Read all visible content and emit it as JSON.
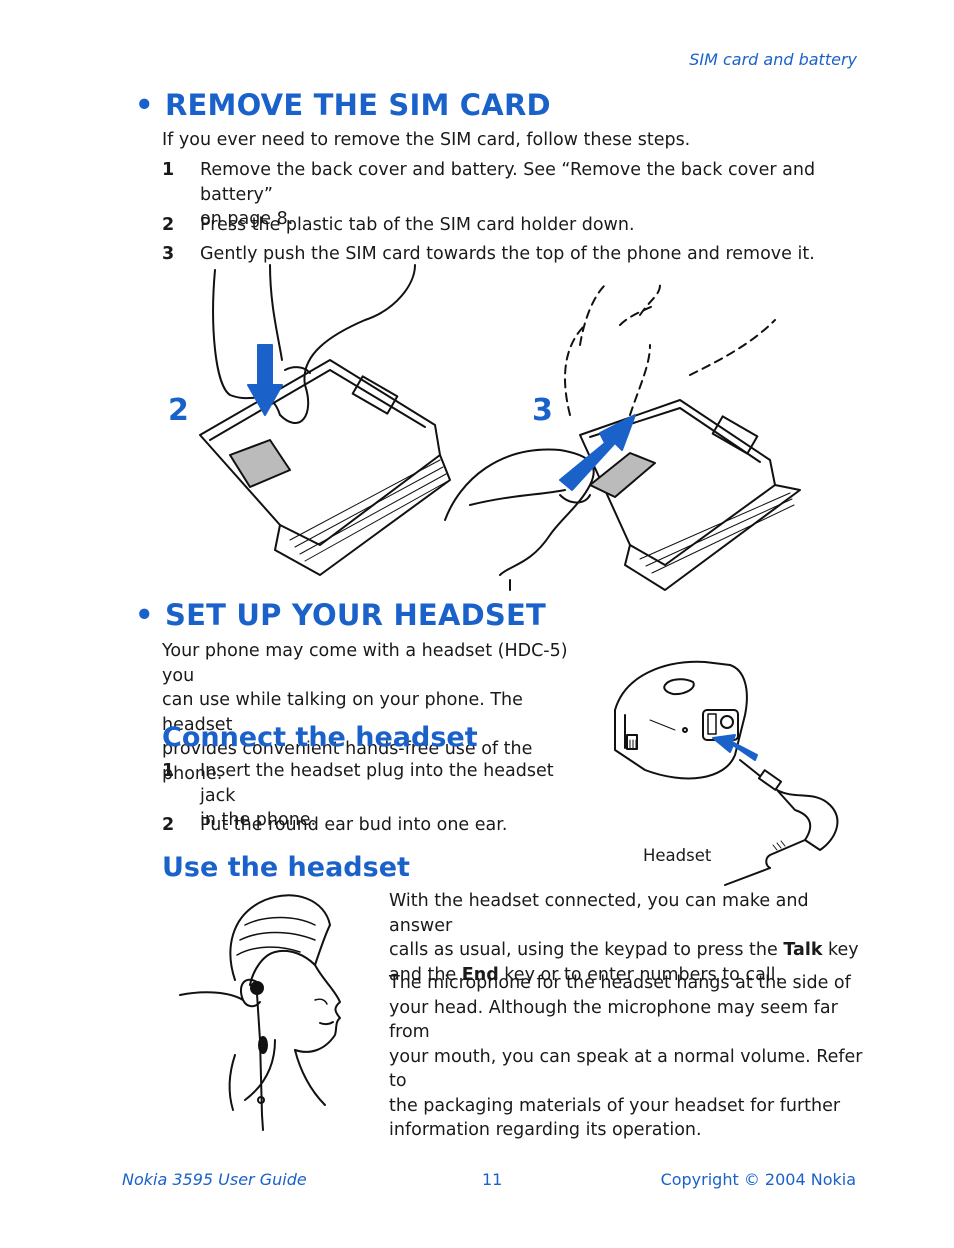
{
  "header": {
    "section": "SIM card and battery"
  },
  "remove_sim": {
    "bullet": "•",
    "title": "REMOVE THE SIM CARD",
    "intro": "If you ever need to remove the SIM card, follow these steps.",
    "steps": [
      {
        "num": "1",
        "line1": "Remove the back cover and battery. See “Remove the back cover and battery”",
        "line2": "on page 8."
      },
      {
        "num": "2",
        "line1": "Press the plastic tab of the SIM card holder down."
      },
      {
        "num": "3",
        "line1": "Gently push the SIM card towards the top of the phone and remove it."
      }
    ],
    "figure_labels": [
      "2",
      "3"
    ]
  },
  "headset": {
    "bullet": "•",
    "title": "SET UP YOUR HEADSET",
    "intro_lines": [
      "Your phone may come with a headset (HDC-5) you",
      "can use while talking on your phone. The headset",
      "provides convenient hands-free use of the phone."
    ],
    "figure_caption": "Headset",
    "connect": {
      "title": "Connect the headset",
      "steps": [
        {
          "num": "1",
          "line1": "Insert the headset plug into the headset jack",
          "line2": "in the phone."
        },
        {
          "num": "2",
          "line1": "Put the round ear bud into one ear."
        }
      ]
    },
    "use": {
      "title": "Use the headset",
      "para1": {
        "line1": "With the headset connected, you can make and answer",
        "line2_a": "calls as usual, using the keypad to press the ",
        "line2_bold": "Talk",
        "line2_b": " key",
        "line3_a": "and the ",
        "line3_bold": "End",
        "line3_b": " key or to enter numbers to call."
      },
      "para2_lines": [
        "The microphone for the headset hangs at the side of",
        "your head. Although the microphone may seem far from",
        "your mouth, you can speak at a normal volume. Refer to",
        "the packaging materials of your headset for further",
        "information regarding its operation."
      ]
    }
  },
  "footer": {
    "guide": "Nokia 3595 User Guide",
    "page": "11",
    "copyright": "Copyright © 2004 Nokia"
  },
  "colors": {
    "accent": "#1a62c9",
    "text": "#1a1a1a"
  }
}
